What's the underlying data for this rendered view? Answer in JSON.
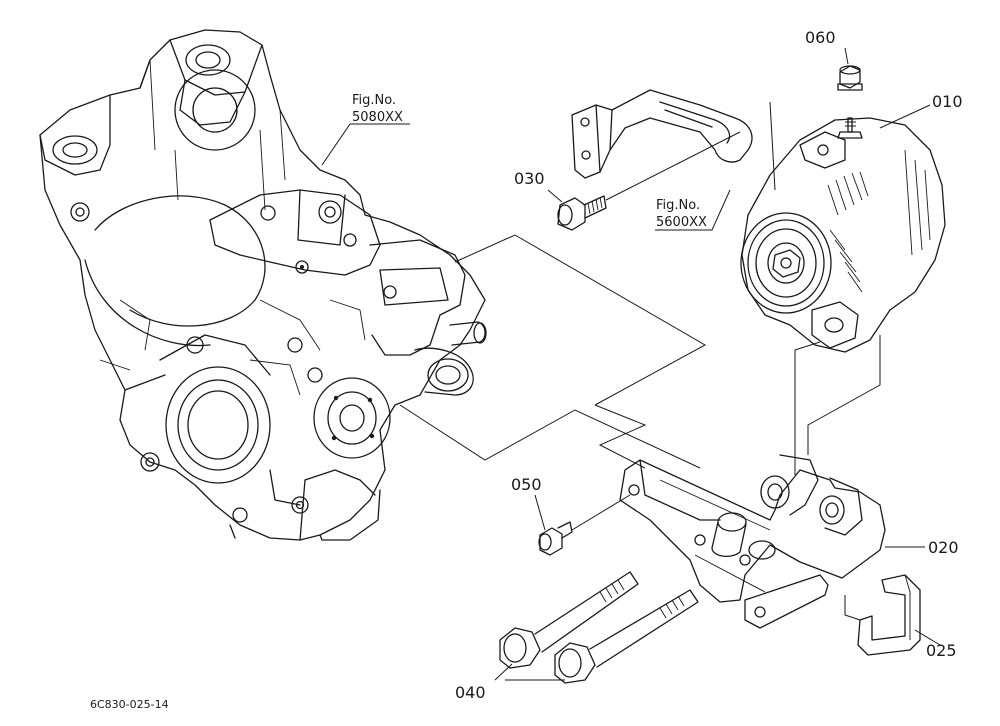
{
  "parts": {
    "p010": "010",
    "p020": "020",
    "p025": "025",
    "p030": "030",
    "p040": "040",
    "p050": "050",
    "p060": "060"
  },
  "refs": {
    "ref1_line1": "Fig.No.",
    "ref1_line2": "5080XX",
    "ref2_line1": "Fig.No.",
    "ref2_line2": "5600XX"
  },
  "footer": {
    "drawing_code": "6C830-025-14"
  },
  "colors": {
    "line": "#1a1a1a",
    "background": "#ffffff"
  }
}
